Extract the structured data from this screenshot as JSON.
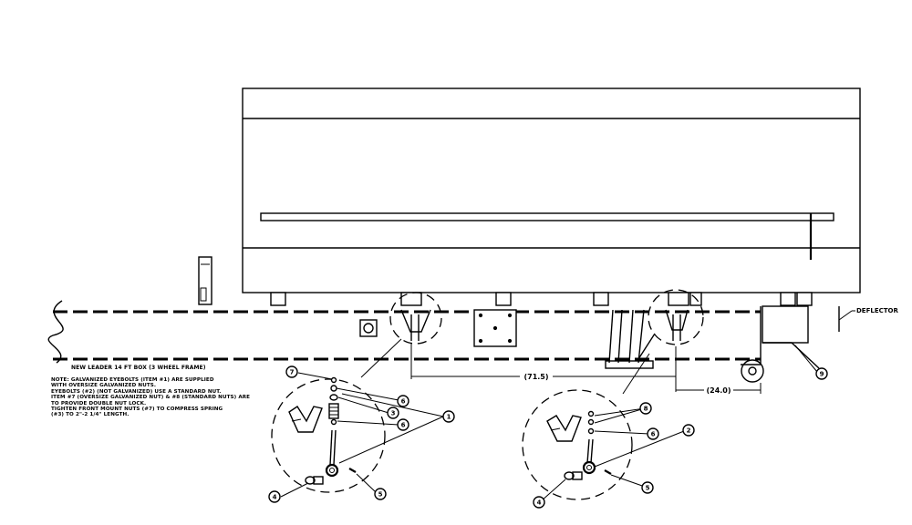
{
  "drawing": {
    "title": "NEW LEADER 14 FT BOX (3 WHEEL FRAME)",
    "notes": [
      "NOTE: GALVANIZED EYEBOLTS (ITEM #1) ARE SUPPLIED",
      "WITH OVERSIZE GALVANIZED NUTS.",
      "EYEBOLTS (#2) (NOT GALVANIZED) USE A STANDARD NUT.",
      "ITEM #7 (OVERSIZE GALVANIZED NUT) & #8 (STANDARD NUTS) ARE",
      "TO PROVIDE DOUBLE NUT LOCK.",
      "TIGHTEN FRONT MOUNT NUTS (#7) TO COMPRESS SPRING",
      "(#3) TO 2\"-2 1/4\" LENGTH."
    ],
    "deflector_label": "DEFLECTOR",
    "dimensions": {
      "mount_spacing": "(71.5)",
      "rear_offset": "(24.0)"
    },
    "callouts": {
      "item1": "1",
      "item2": "2",
      "item3": "3",
      "item4_front": "4",
      "item4_rear": "4",
      "item5_front": "5",
      "item5_rear": "5",
      "item6_upper": "6",
      "item6_lower": "6",
      "item6_rear": "6",
      "item7": "7",
      "item8": "8",
      "item9": "9"
    }
  }
}
